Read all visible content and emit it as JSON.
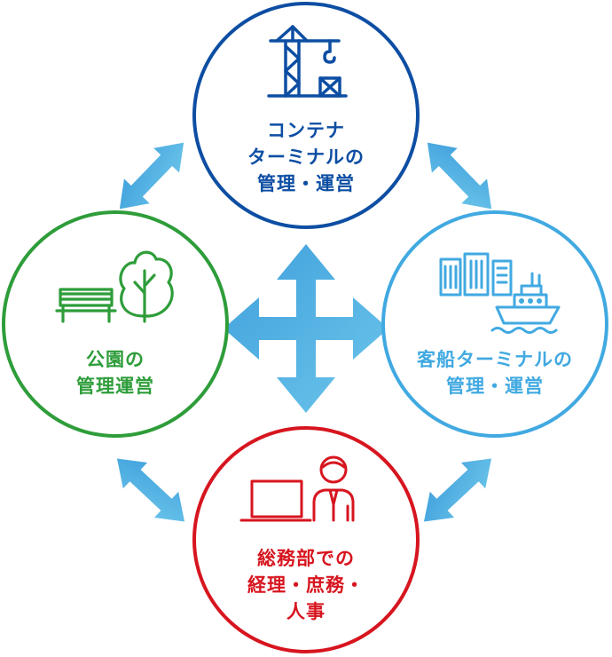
{
  "diagram": {
    "nodes": [
      {
        "id": "container",
        "lines": [
          "コンテナ",
          "ターミナルの",
          "管理・運営"
        ],
        "color": "#0d4ea3",
        "icon": "crane-icon"
      },
      {
        "id": "cruise",
        "lines": [
          "客船ターミナルの",
          "管理・運営"
        ],
        "color": "#41a9e1",
        "icon": "ship-city-icon"
      },
      {
        "id": "general",
        "lines": [
          "総務部での",
          "経理・庶務・",
          "人事"
        ],
        "color": "#d7151f",
        "icon": "office-worker-icon"
      },
      {
        "id": "park",
        "lines": [
          "公園の",
          "管理運営"
        ],
        "color": "#2e9d3a",
        "icon": "park-bench-tree-icon"
      }
    ],
    "arrow_color": "#5cb7e6",
    "arrow_color_dark": "#3f9fdc"
  }
}
